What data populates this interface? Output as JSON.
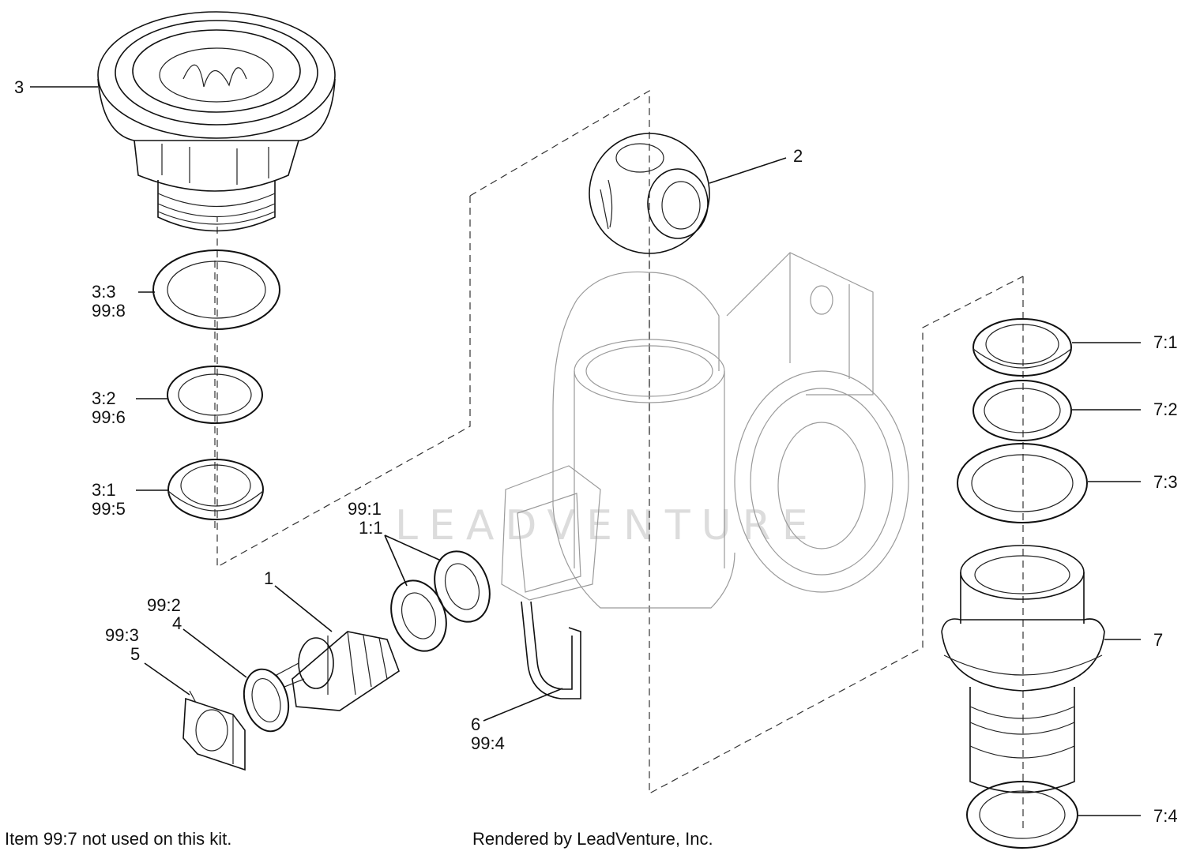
{
  "diagram": {
    "callouts": {
      "c3": "3",
      "c3_3": "3:3",
      "c99_8": "99:8",
      "c3_2": "3:2",
      "c99_6": "99:6",
      "c3_1": "3:1",
      "c99_5": "99:5",
      "c2": "2",
      "c99_1": "99:1",
      "c1_1": "1:1",
      "c1": "1",
      "c99_2": "99:2",
      "c4": "4",
      "c99_3": "99:3",
      "c5": "5",
      "c6": "6",
      "c99_4": "99:4",
      "c7_1": "7:1",
      "c7_2": "7:2",
      "c7_3": "7:3",
      "c7": "7",
      "c7_4": "7:4"
    },
    "watermark": "LEADVENTURE"
  },
  "footer": {
    "note": "Item  99:7 not used on this kit.",
    "credit": "Rendered by LeadVenture, Inc."
  }
}
